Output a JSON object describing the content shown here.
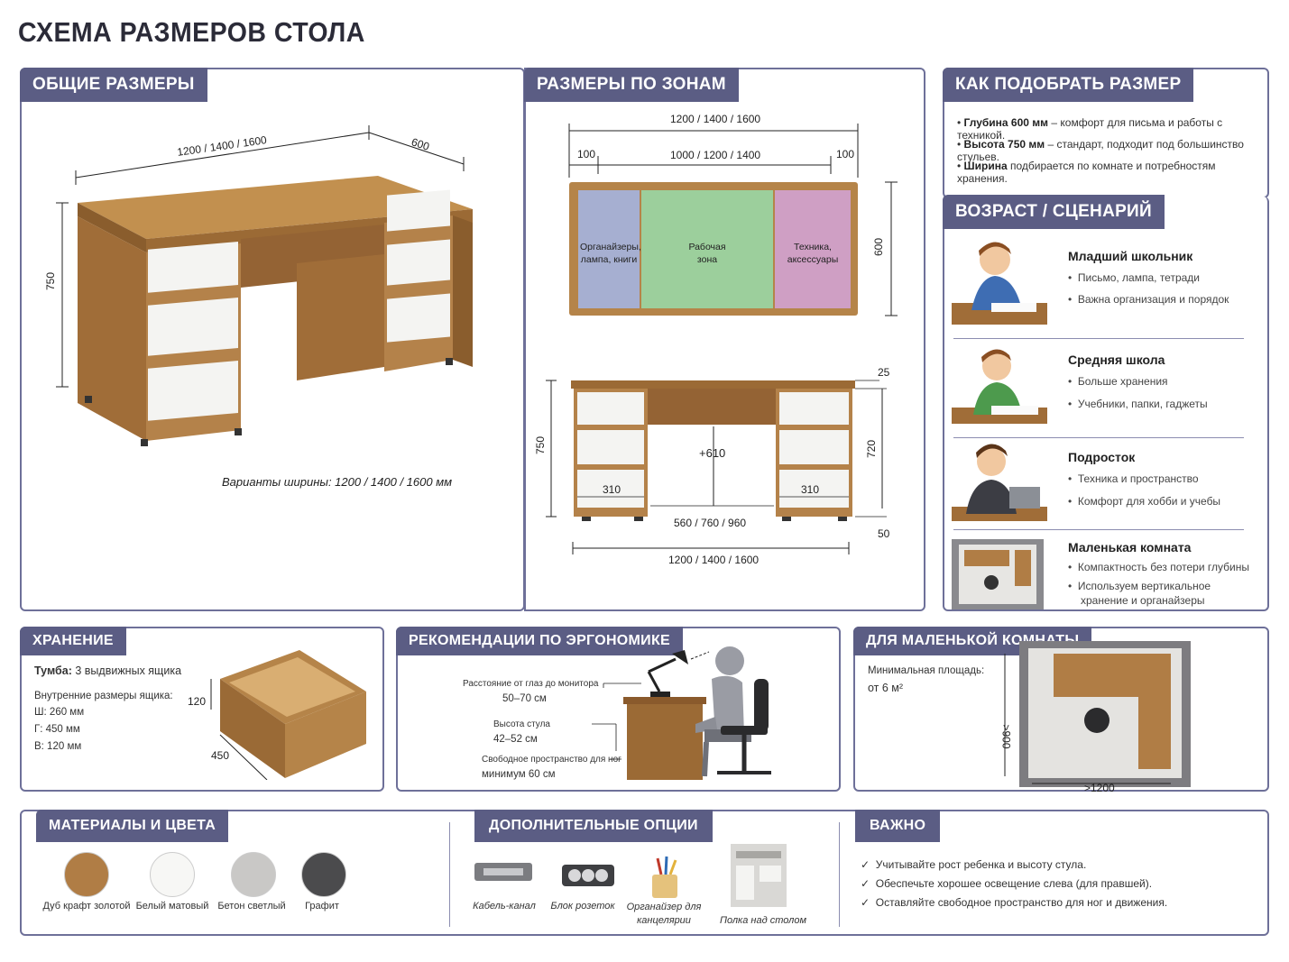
{
  "title": "СХЕМА РАЗМЕРОВ СТОЛА",
  "general": {
    "header": "ОБЩИЕ РАЗМЕРЫ",
    "width": "1200 / 1400 / 1600",
    "depth": "600",
    "height": "750",
    "caption": "Варианты ширины: 1200 / 1400 / 1600 мм"
  },
  "zones": {
    "header": "РАЗМЕРЫ ПО ЗОНАМ",
    "top_width": "1200 / 1400 / 1600",
    "left_zone": "100",
    "middle_zone": "1000 / 1200 / 1400",
    "right_zone": "100",
    "depth": "600",
    "zone_left_label": "Органайзеры, лампа, книги",
    "zone_mid_label": "Рабочая зона",
    "zone_right_label": "Техника, аксессуары",
    "top_thickness": "25",
    "height": "750",
    "inner_height": "720",
    "knee": "+610",
    "pedestal_left": "310",
    "pedestal_right": "310",
    "knee_width": "560 / 760 / 960",
    "leg": "50",
    "bottom_width": "1200 / 1400 / 1600"
  },
  "howto": {
    "header": "КАК ПОДОБРАТЬ РАЗМЕР",
    "items": [
      {
        "b": "Глубина 600 мм",
        "t": " – комфорт для письма и работы с техникой."
      },
      {
        "b": "Высота 750 мм",
        "t": " – стандарт, подходит под большинство стульев."
      },
      {
        "b": "Ширина",
        "t": " подбирается по комнате и потребностям хранения."
      }
    ]
  },
  "age": {
    "header": "ВОЗРАСТ / СЦЕНАРИЙ",
    "items": [
      {
        "title": "Младший школьник",
        "b1": "Письмо, лампа, тетради",
        "b2": "Важна организация и порядок"
      },
      {
        "title": "Средняя школа",
        "b1": "Больше хранения",
        "b2": "Учебники, папки, гаджеты"
      },
      {
        "title": "Подросток",
        "b1": "Техника и пространство",
        "b2": "Комфорт для хобби и учебы"
      },
      {
        "title": "Маленькая комната",
        "b1": "Компактность без потери глубины",
        "b2": "Используем вертикальное хранение и органайзеры"
      }
    ]
  },
  "storage": {
    "header": "ХРАНЕНИЕ",
    "line1_b": "Тумба:",
    "line1": " 3 выдвижных ящика",
    "inner": "Внутренние размеры ящика:",
    "w": "Ш: 260 мм",
    "d": "Г: 450 мм",
    "h": "В: 120 мм",
    "dim_h": "120",
    "dim_d": "450"
  },
  "ergo": {
    "header": "РЕКОМЕНДАЦИИ ПО ЭРГОНОМИКЕ",
    "monitor_l": "Расстояние от глаз до монитора",
    "monitor_v": "50–70 см",
    "seat_l": "Высота стула",
    "seat_v": "42–52 см",
    "leg_l": "Свободное пространство для ног",
    "leg_v": "минимум 60 см"
  },
  "small": {
    "header": "ДЛЯ МАЛЕНЬКОЙ КОМНАТЫ",
    "area_l": "Минимальная площадь:",
    "area_v": "от 6 м²",
    "dim_v": ">900",
    "dim_h": ">1200"
  },
  "materials": {
    "header": "МАТЕРИАЛЫ И ЦВЕТА",
    "items": [
      {
        "name": "Дуб крафт золотой",
        "color": "#b07d45"
      },
      {
        "name": "Белый матовый",
        "color": "#f7f7f5"
      },
      {
        "name": "Бетон светлый",
        "color": "#c9c8c6"
      },
      {
        "name": "Графит",
        "color": "#4b4b4d"
      }
    ]
  },
  "options": {
    "header": "ДОПОЛНИТЕЛЬНЫЕ ОПЦИИ",
    "items": [
      "Кабель-канал",
      "Блок розеток",
      "Органайзер для канцелярии",
      "Полка над столом"
    ]
  },
  "important": {
    "header": "ВАЖНО",
    "items": [
      "Учитывайте рост ребенка и высоту стула.",
      "Обеспечьте хорошее освещение слева (для правшей).",
      "Оставляйте свободное пространство для ног и движения."
    ]
  },
  "colors": {
    "accent": "#5b5d84",
    "wood": "#a9773f",
    "white": "#f4f4f2"
  }
}
